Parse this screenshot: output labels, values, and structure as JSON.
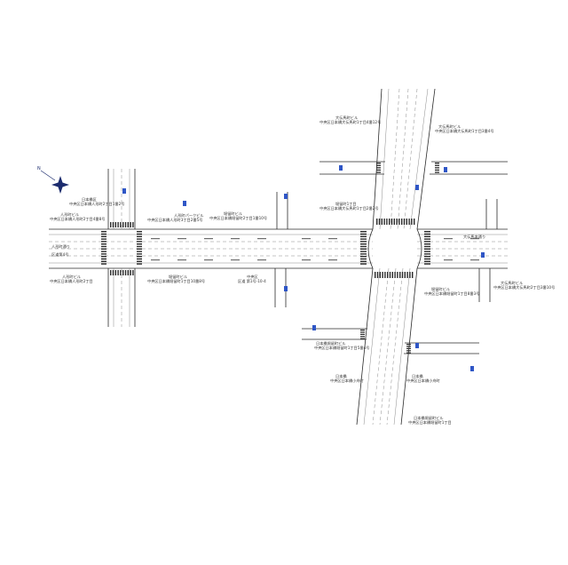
{
  "diagram": {
    "colors": {
      "line": "#2a2a2a",
      "fine": "#6d6d6d",
      "accent": "#2f56c6",
      "compass": "#1c2c6e"
    },
    "compass_icon": "compass-star-icon",
    "labels": [
      {
        "id": "w-street-name",
        "text": "人形町通り"
      },
      {
        "id": "w-street-name-2",
        "text": "区道第4号"
      },
      {
        "id": "nw-bldg-1",
        "text": "日本橋区"
      },
      {
        "id": "nw-addr-1",
        "text": "中央区日本橋人形町2丁目1番2号"
      },
      {
        "id": "nw-bldg-2",
        "text": "人形町ビル"
      },
      {
        "id": "nw-addr-2",
        "text": "中央区日本橋人形町2丁目4番8号"
      },
      {
        "id": "n1-bldg",
        "text": "人形町パークビル"
      },
      {
        "id": "n1-addr",
        "text": "中央区日本橋人形町3丁目2番5号"
      },
      {
        "id": "sw-bldg",
        "text": "人形町ビル"
      },
      {
        "id": "sw-addr",
        "text": "中央区日本橋人形町2丁目"
      },
      {
        "id": "s1-bldg",
        "text": "堀留町ビル"
      },
      {
        "id": "s1-addr",
        "text": "中央区日本橋堀留町1丁目10番8号"
      },
      {
        "id": "s2-bldg",
        "text": "中央区"
      },
      {
        "id": "s2-addr",
        "text": "区道 第1号-10-4"
      },
      {
        "id": "cn-bldg",
        "text": "堀留町ビル"
      },
      {
        "id": "cn-addr",
        "text": "中央区日本橋堀留町2丁目1番10号"
      },
      {
        "id": "ne-bldg",
        "text": "大伝馬町ビル"
      },
      {
        "id": "ne-addr",
        "text": "中央区日本橋大伝馬町1丁目4番12号"
      },
      {
        "id": "ne2-bldg",
        "text": "堀留町1丁目"
      },
      {
        "id": "ne2-addr",
        "text": "中央区日本橋大伝馬町1丁目2番2号"
      },
      {
        "id": "ee-bldg",
        "text": "大伝馬町ビル"
      },
      {
        "id": "ee-addr",
        "text": "中央区日本橋大伝馬町1丁目3番4号"
      },
      {
        "id": "e-street",
        "text": "大伝馬本通り"
      },
      {
        "id": "se-bldg",
        "text": "堀留町ビル"
      },
      {
        "id": "se-addr",
        "text": "中央区日本橋堀留町1丁目8番3号"
      },
      {
        "id": "far-e-bldg",
        "text": "大伝馬町ビル"
      },
      {
        "id": "far-e-addr",
        "text": "中央区日本橋大伝馬町2丁目3番10号"
      },
      {
        "id": "sc-bldg",
        "text": "日本橋堀留町ビル"
      },
      {
        "id": "sc-addr",
        "text": "中央区日本橋堀留町1丁目5番4号"
      },
      {
        "id": "ssw-bldg",
        "text": "日本橋"
      },
      {
        "id": "ssw-addr",
        "text": "中央区日本橋小舟町"
      },
      {
        "id": "sse-bldg",
        "text": "日本橋"
      },
      {
        "id": "sse-addr",
        "text": "中央区日本橋小舟町"
      },
      {
        "id": "bottom-bldg",
        "text": "日本橋堀留町ビル"
      },
      {
        "id": "bottom-addr",
        "text": "中央区日本橋堀留町1丁目"
      }
    ]
  }
}
